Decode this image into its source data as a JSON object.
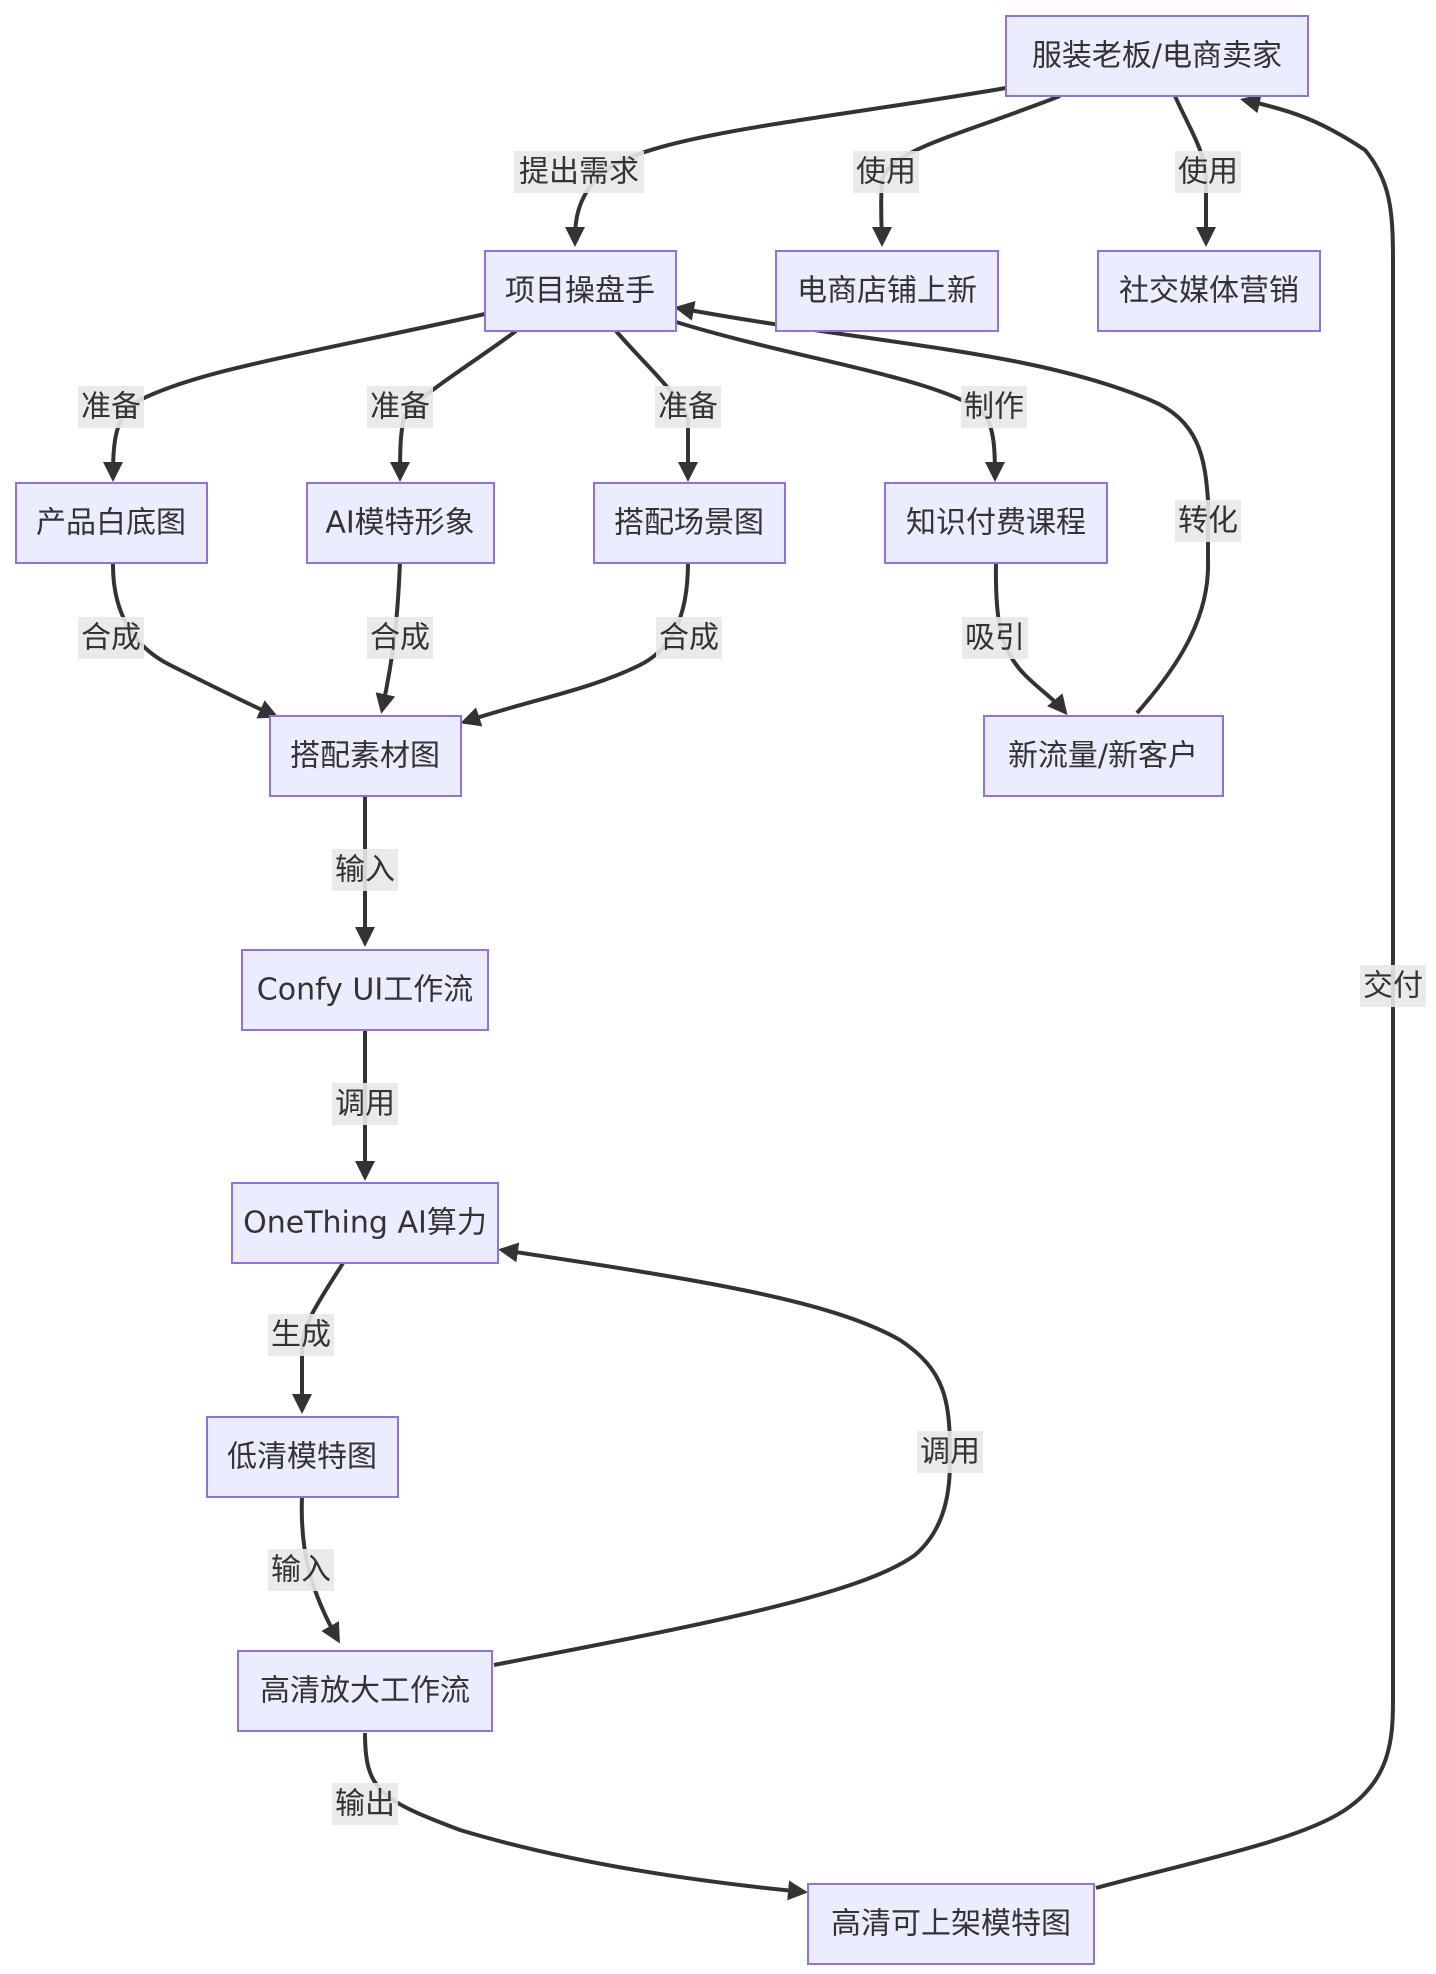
{
  "nodes": {
    "boss": "服装老板/电商卖家",
    "operator": "项目操盘手",
    "shop": "电商店铺上新",
    "social": "社交媒体营销",
    "white": "产品白底图",
    "ai_model": "AI模特形象",
    "scene": "搭配场景图",
    "course": "知识付费课程",
    "material": "搭配素材图",
    "traffic": "新流量/新客户",
    "comfy": "Confy UI工作流",
    "compute": "OneThing AI算力",
    "lowres": "低清模特图",
    "upscale": "高清放大工作流",
    "final": "高清可上架模特图"
  },
  "edge_labels": {
    "demand": "提出需求",
    "use1": "使用",
    "use2": "使用",
    "prep1": "准备",
    "prep2": "准备",
    "prep3": "准备",
    "make": "制作",
    "convert": "转化",
    "comb1": "合成",
    "comb2": "合成",
    "comb3": "合成",
    "attract": "吸引",
    "input1": "输入",
    "call1": "调用",
    "generate": "生成",
    "call2": "调用",
    "input2": "输入",
    "output": "输出",
    "deliver": "交付"
  }
}
